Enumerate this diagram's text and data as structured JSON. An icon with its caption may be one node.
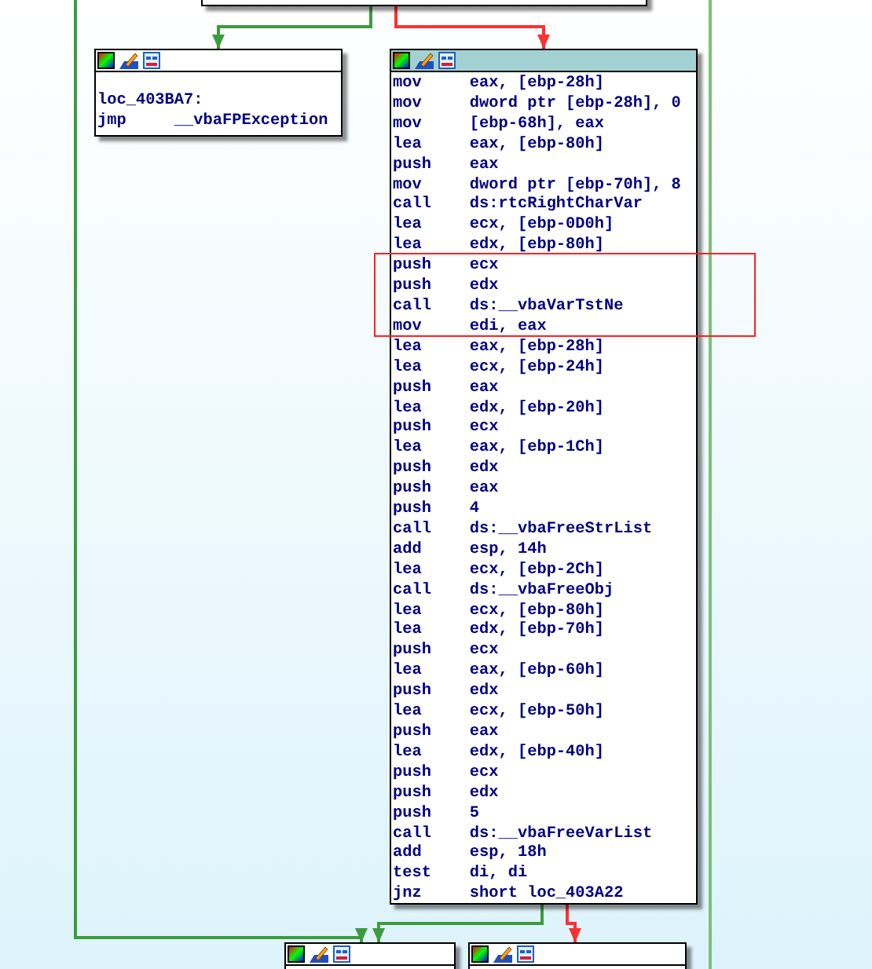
{
  "diagram": {
    "nodes": [
      {
        "text": [],
        "shape": "box"
      },
      {
        "text": [
          "loc_403BA7:",
          "jmp     __vbaFPException"
        ]
      },
      {
        "text": [
          "mov     eax, [ebp-28h]",
          "mov     dword ptr [ebp-28h], 0",
          "mov     [ebp-68h], eax",
          "lea     eax, [ebp-80h]",
          "push    eax",
          "mov     dword ptr [ebp-70h], 8",
          "call    ds:rtcRightCharVar",
          "lea     ecx, [ebp-0D0h]",
          "lea     edx, [ebp-80h]",
          "push    ecx",
          "push    edx",
          "call    ds:__vbaVarTstNe",
          "mov     edi, eax",
          "lea     eax, [ebp-28h]",
          "lea     ecx, [ebp-24h]",
          "push    eax",
          "lea     edx, [ebp-20h]",
          "push    ecx",
          "lea     eax, [ebp-1Ch]",
          "push    edx",
          "push    eax",
          "push    4",
          "call    ds:__vbaFreeStrList",
          "add     esp, 14h",
          "lea     ecx, [ebp-2Ch]",
          "call    ds:__vbaFreeObj",
          "lea     ecx, [ebp-80h]",
          "lea     edx, [ebp-70h]",
          "push    ecx",
          "lea     eax, [ebp-60h]",
          "push    edx",
          "lea     ecx, [ebp-50h]",
          "push    eax",
          "lea     edx, [ebp-40h]",
          "push    ecx",
          "push    edx",
          "push    5",
          "call    ds:__vbaFreeVarList",
          "add     esp, 18h",
          "test    di, di",
          "jnz     short loc_403A22"
        ]
      },
      {
        "text": [],
        "shape": "box"
      },
      {
        "text": [],
        "shape": "box"
      }
    ],
    "edges": [
      {
        "from": 0,
        "to": 1,
        "arrow": "to"
      },
      {
        "from": 0,
        "to": 2,
        "arrow": "to",
        "color": "#ff3030"
      },
      {
        "from": null,
        "to": 3,
        "arrow": "to"
      },
      {
        "from": 2,
        "to": 3,
        "arrow": "to"
      },
      {
        "from": 2,
        "to": 4,
        "arrow": "to",
        "color": "#ff3030"
      }
    ]
  }
}
